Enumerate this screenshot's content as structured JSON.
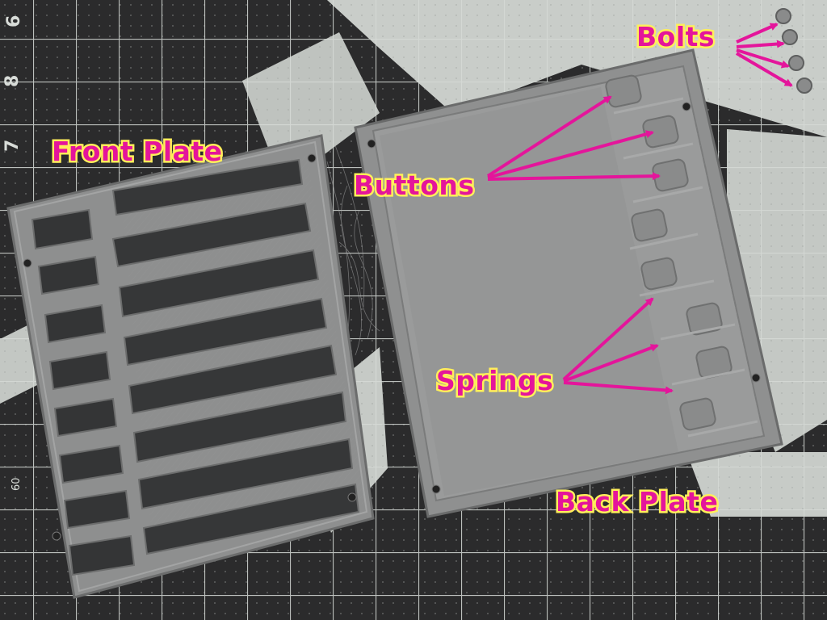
{
  "labels": {
    "front_plate": "Front Plate",
    "buttons": "Buttons",
    "springs": "Springs",
    "back_plate": "Back Plate",
    "bolts": "Bolts"
  },
  "mat_numbers": {
    "n6": "6",
    "n8": "8",
    "n7": "7",
    "n60": "60"
  },
  "colors": {
    "mat_dark": "#2b2b2c",
    "mat_light": "#c9cdc9",
    "grid_line": "#d8dcd8",
    "plate": "#8f9090",
    "plate_edge": "#6f7070",
    "label_text": "#e4159b",
    "label_outline": "#ffef5a",
    "arrow": "#e4159b"
  }
}
